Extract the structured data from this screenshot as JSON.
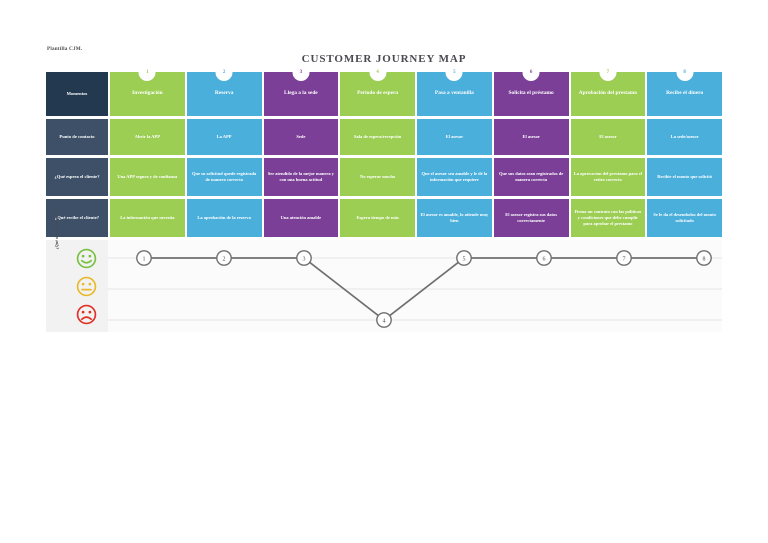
{
  "meta": {
    "template_label": "Plantilla CJM.",
    "title": "CUSTOMER JOURNEY MAP"
  },
  "colors": {
    "green": "#9bce53",
    "blue": "#4bafdc",
    "purple": "#7b3f98",
    "navy": "#23394f",
    "slate": "#3d5068",
    "happy": "#7ac143",
    "neutral": "#e8b92b",
    "sad": "#e03127",
    "line": "#6f6f6f"
  },
  "rows": {
    "moments_label": "Momentos",
    "touchpoint_label": "Punto de contacto",
    "expect_label": "¿Qué espera el cliente?",
    "receive_label": "¿Qué recibe el cliente?",
    "emotion_label": "¿Qué siente el cliente?"
  },
  "stages": [
    {
      "number": "1",
      "color": "green",
      "moment": "Investigación",
      "touchpoint": "Abrir la APP",
      "expectation": "Una APP segura y de confianza",
      "received": "La información que necesita"
    },
    {
      "number": "2",
      "color": "blue",
      "moment": "Reserva",
      "touchpoint": "La APP",
      "expectation": "Que su solicitud quede registrada de manera correcta",
      "received": "La aprobación de la reserva"
    },
    {
      "number": "3",
      "color": "purple",
      "moment": "Llega a la sede",
      "touchpoint": "Sede",
      "expectation": "Ser atendido de la mejor manera y con una buena actitud",
      "received": "Una atención amable"
    },
    {
      "number": "4",
      "color": "green",
      "moment": "Periodo de espera",
      "touchpoint": "Sala de espera/recepción",
      "expectation": "No esperar mucho",
      "received": "Espera tiempo de más"
    },
    {
      "number": "5",
      "color": "blue",
      "moment": "Pasa a ventanilla",
      "touchpoint": "El asesor",
      "expectation": "Que el asesor sea amable y le dé la información que requiere",
      "received": "El asesor es amable, lo atiende muy bien"
    },
    {
      "number": "6",
      "color": "purple",
      "moment": "Solicita el préstamo",
      "touchpoint": "El asesor",
      "expectation": "Que sus datos sean registrados de manera correcta",
      "received": "El asesor registra sus datos correctamente"
    },
    {
      "number": "7",
      "color": "green",
      "moment": "Aprobación del prestamo",
      "touchpoint": "El asesor",
      "expectation": "La aprovacion del prestamo para el retiro correcto",
      "received": "Firma un contrato con las politicas y condiciones que debe cumplir para aprobar el prestamo"
    },
    {
      "number": "8",
      "color": "blue",
      "moment": "Recibe el dinero",
      "touchpoint": "La sede/asesor",
      "expectation": "Recibir el monto que solicitó",
      "received": "Se le da el  desembolso del monto  solicitado"
    }
  ],
  "chart_data": {
    "type": "line",
    "title": "¿Qué siente el cliente?",
    "xlabel": "",
    "ylabel": "",
    "categories": [
      "1",
      "2",
      "3",
      "4",
      "5",
      "6",
      "7",
      "8"
    ],
    "y_levels": [
      "happy",
      "neutral",
      "sad"
    ],
    "y_level_labels": [
      "Feliz",
      "Neutral",
      "Triste"
    ],
    "values": [
      3,
      3,
      3,
      1,
      3,
      3,
      3,
      3
    ],
    "ylim": [
      1,
      3
    ],
    "grid": true,
    "legend": "none",
    "point_labels": [
      "1",
      "2",
      "3",
      "4",
      "5",
      "6",
      "7",
      "8"
    ]
  }
}
